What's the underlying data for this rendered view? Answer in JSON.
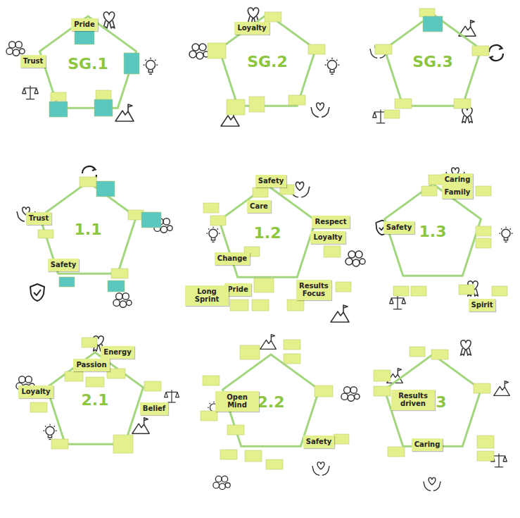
{
  "diagram": {
    "nodes": [
      {
        "text": [
          "SG.1"
        ]
      },
      {
        "text": [
          "Pride"
        ],
        "in": 0
      },
      {
        "text": [
          "Trust"
        ],
        "in": 0
      },
      {
        "text": [
          "SG.2"
        ]
      },
      {
        "text": [
          "Loyalty"
        ],
        "in": 3
      },
      {
        "text": [
          "SG.3"
        ]
      },
      {
        "text": [
          "1.1"
        ]
      },
      {
        "text": [
          "Trust"
        ],
        "in": 6
      },
      {
        "text": [
          "Safety"
        ],
        "in": 6
      },
      {
        "text": [
          "1.2"
        ]
      },
      {
        "text": [
          "Safety"
        ],
        "in": 9
      },
      {
        "text": [
          "Care"
        ],
        "in": 9
      },
      {
        "text": [
          "Respect"
        ],
        "in": 9
      },
      {
        "text": [
          "Loyalty"
        ],
        "in": 9
      },
      {
        "text": [
          "Change"
        ],
        "in": 9
      },
      {
        "text": [
          "Pride"
        ],
        "in": 9
      },
      {
        "text": [
          "Long Sprint"
        ],
        "in": 9
      },
      {
        "text": [
          "Results Focus"
        ],
        "in": 9
      },
      {
        "text": [
          "1.3"
        ]
      },
      {
        "text": [
          "Caring"
        ],
        "in": 18
      },
      {
        "text": [
          "Family"
        ],
        "in": 18
      },
      {
        "text": [
          "Safety"
        ],
        "in": 18
      },
      {
        "text": [
          "Spirit"
        ],
        "in": 18
      },
      {
        "text": [
          "2.1"
        ]
      },
      {
        "text": [
          "Energy"
        ],
        "in": 23
      },
      {
        "text": [
          "Passion"
        ],
        "in": 23
      },
      {
        "text": [
          "Loyalty"
        ],
        "in": 23
      },
      {
        "text": [
          "Belief"
        ],
        "in": 23
      },
      {
        "text": [
          "2.2"
        ]
      },
      {
        "text": [
          "Open Mind"
        ],
        "in": 28
      },
      {
        "text": [
          "Safety"
        ],
        "in": 28
      },
      {
        "text": [
          "2.3"
        ]
      },
      {
        "text": [
          "Results driven"
        ],
        "in": 31
      },
      {
        "text": [
          "Caring"
        ],
        "in": 31
      }
    ]
  }
}
